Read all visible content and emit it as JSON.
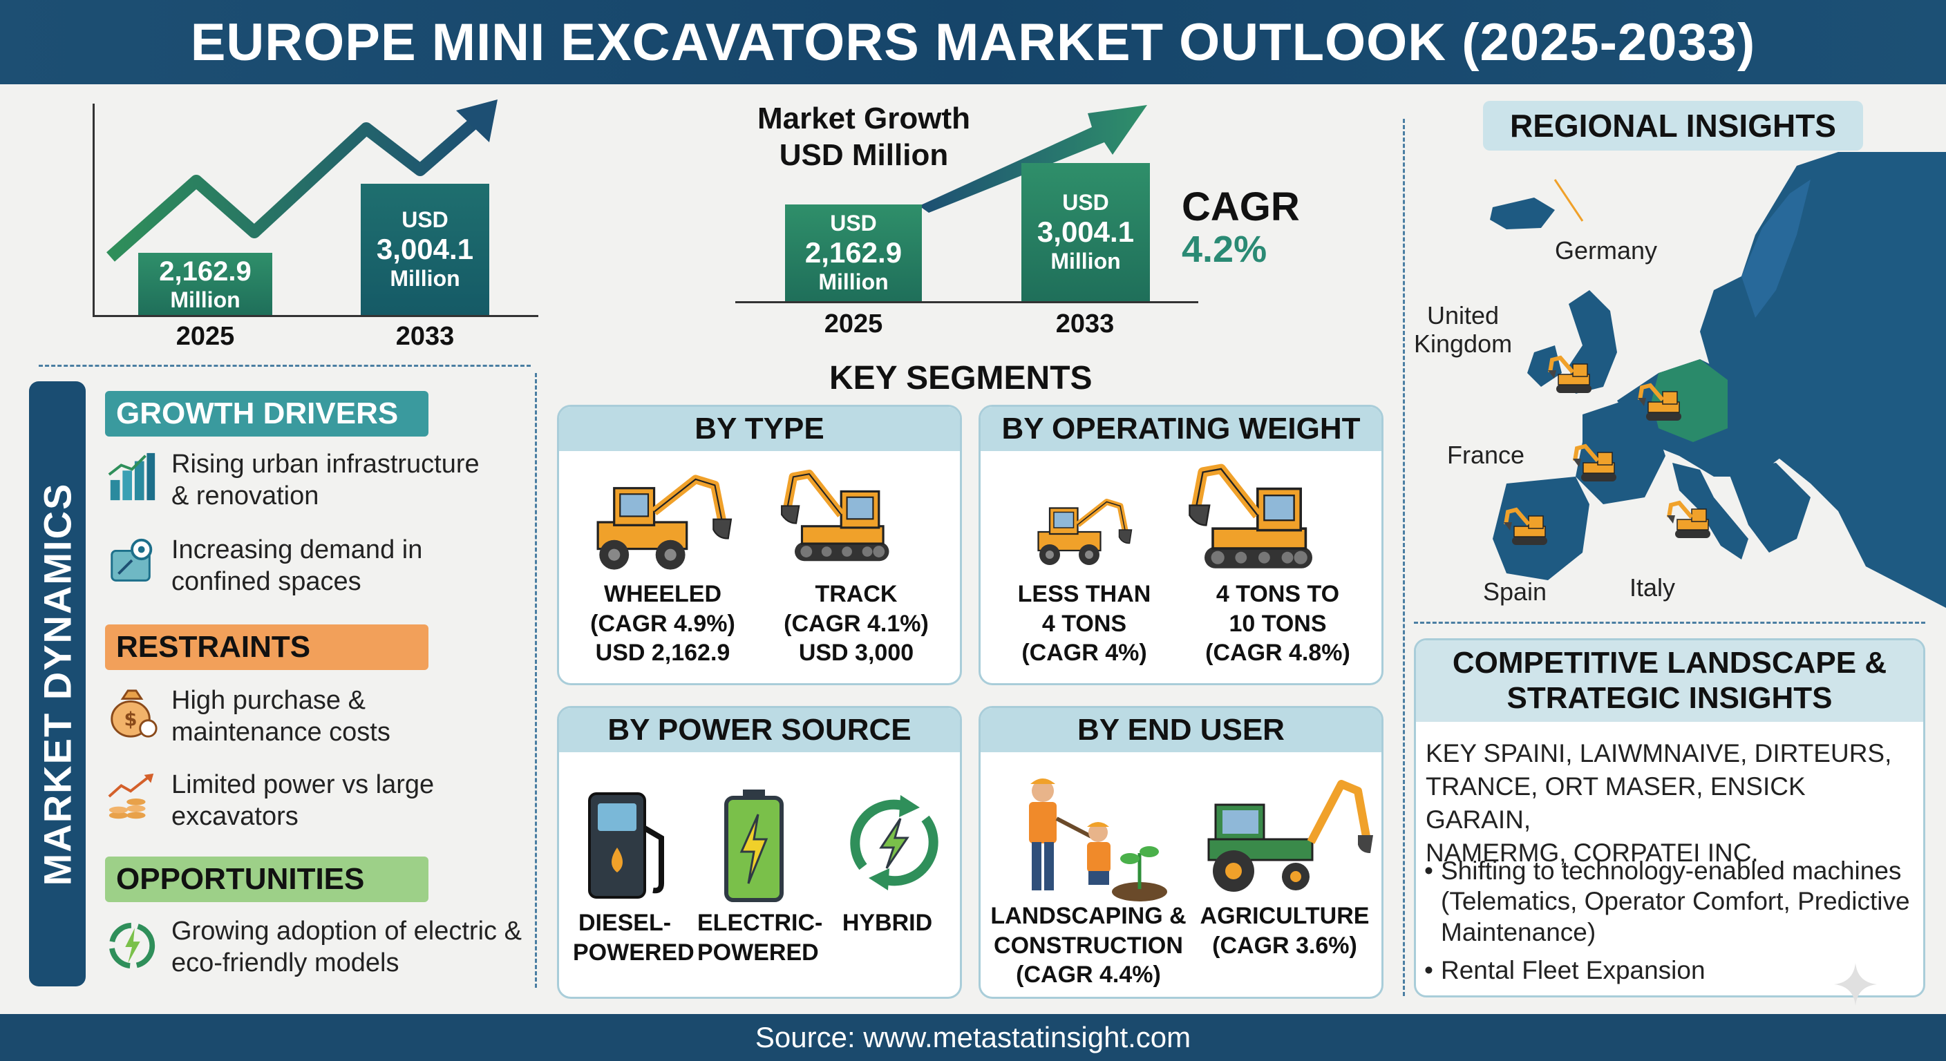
{
  "header": {
    "title": "EUROPE MINI EXCAVATORS MARKET OUTLOOK (2025-2033)"
  },
  "footer": {
    "source": "Source: www.metastatinsight.com"
  },
  "market_growth_left": {
    "bar_2025": {
      "value": "2,162.9",
      "unit": "Million"
    },
    "bar_2033": {
      "currency": "USD",
      "value": "3,004.1",
      "unit": "Million"
    },
    "years": [
      "2025",
      "2033"
    ]
  },
  "market_growth_center": {
    "title_line1": "Market Growth",
    "title_line2": "USD Million",
    "bar_2025": {
      "currency": "USD",
      "value": "2,162.9",
      "unit": "Million"
    },
    "bar_2033": {
      "currency": "USD",
      "value": "3,004.1",
      "unit": "Million"
    },
    "years": [
      "2025",
      "2033"
    ],
    "cagr_label": "CAGR",
    "cagr_value": "4.2%"
  },
  "market_dynamics": {
    "band_label": "MARKET DYNAMICS",
    "growth_drivers": {
      "title": "GROWTH DRIVERS",
      "items": [
        {
          "line1": "Rising urban infrastructure",
          "line2": "& renovation"
        },
        {
          "line1": "Increasing demand in",
          "line2": "confined spaces"
        }
      ]
    },
    "restraints": {
      "title": "RESTRAINTS",
      "items": [
        {
          "line1": "High purchase &",
          "line2": "maintenance costs"
        },
        {
          "line1": "Limited power vs large",
          "line2": "excavators"
        }
      ]
    },
    "opportunities": {
      "title": "OPPORTUNITIES",
      "items": [
        {
          "line1": "Growing adoption of electric &",
          "line2": "eco-friendly models"
        }
      ]
    }
  },
  "key_segments": {
    "title": "KEY SEGMENTS",
    "by_type": {
      "title": "BY TYPE",
      "wheeled": {
        "line1": "WHEELED",
        "line2": "(CAGR 4.9%)",
        "line3": "USD 2,162.9"
      },
      "track": {
        "line1": "TRACK",
        "line2": "(CAGR 4.1%)",
        "line3": "USD 3,000"
      }
    },
    "by_weight": {
      "title": "BY OPERATING WEIGHT",
      "less4": {
        "line1": "LESS THAN",
        "line2": "4 TONS",
        "line3": "(CAGR 4%)"
      },
      "four10": {
        "line1": "4 TONS TO",
        "line2": "10 TONS",
        "line3": "(CAGR 4.8%)"
      }
    },
    "by_power": {
      "title": "BY POWER SOURCE",
      "diesel": {
        "line1": "DIESEL-",
        "line2": "POWERED"
      },
      "electric": {
        "line1": "ELECTRIC-",
        "line2": "POWERED"
      },
      "hybrid": {
        "line1": "HYBRID"
      }
    },
    "by_end_user": {
      "title": "BY END USER",
      "landscaping": {
        "line1": "LANDSCAPING &",
        "line2": "CONSTRUCTION",
        "line3": "(CAGR 4.4%)"
      },
      "agriculture": {
        "line1": "AGRICULTURE",
        "line2": "(CAGR 3.6%)"
      }
    }
  },
  "regional": {
    "title": "REGIONAL INSIGHTS",
    "countries": {
      "germany": "Germany",
      "uk_line1": "United",
      "uk_line2": "Kingdom",
      "france": "France",
      "spain": "Spain",
      "italy": "Italy"
    }
  },
  "competitive": {
    "title_line1": "COMPETITIVE LANDSCAPE &",
    "title_line2": "STRATEGIC INSIGHTS",
    "companies_line1": "KEY SPAINI, LAIWMNAIVE, DIRTEURS,",
    "companies_line2": "TRANCE, ORT MASER, ENSICK GARAIN,",
    "companies_line3": "NAMERMG, CORPATEI INC.",
    "bullet1_line1": "Shifting to technology-enabled machines",
    "bullet1_line2": "(Telematics, Operator Comfort, Predictive",
    "bullet1_line3": "Maintenance)",
    "bullet2": "Rental Fleet Expansion"
  },
  "colors": {
    "header_bg": "#1d4f73",
    "growth_pill": "#3a9a9e",
    "restraints_pill": "#f2a05a",
    "opportunities_pill": "#9dd088",
    "excavator_orange": "#f0a12a",
    "map_blue": "#1e5a82",
    "germany_green": "#2a8a6a"
  }
}
